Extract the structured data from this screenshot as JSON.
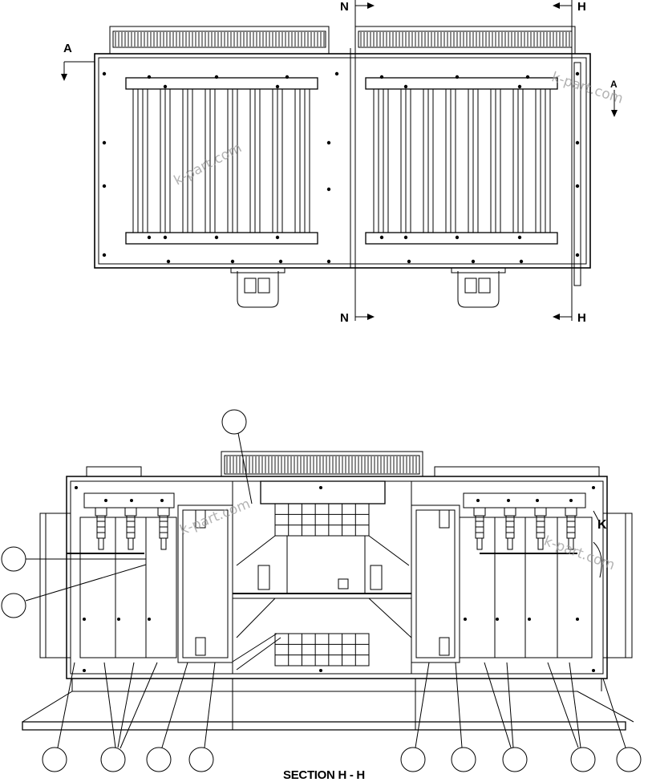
{
  "top_view": {
    "section_markers": [
      {
        "id": "N-top",
        "letter": "N"
      },
      {
        "id": "H-top",
        "letter": "H"
      },
      {
        "id": "N-bottom",
        "letter": "N"
      },
      {
        "id": "H-bottom",
        "letter": "H"
      }
    ],
    "view_markers": [
      {
        "id": "A-left",
        "letter": "A"
      },
      {
        "id": "A-right",
        "letter": "A"
      }
    ]
  },
  "section_view": {
    "title": "SECTION H - H",
    "detail_marker": "K"
  },
  "watermarks": [
    "k-part.com",
    "k-part.com",
    "k-part.com",
    "k-part.com"
  ],
  "colors": {
    "line": "#000000",
    "watermark": "#9a9a9a",
    "background": "#ffffff"
  }
}
